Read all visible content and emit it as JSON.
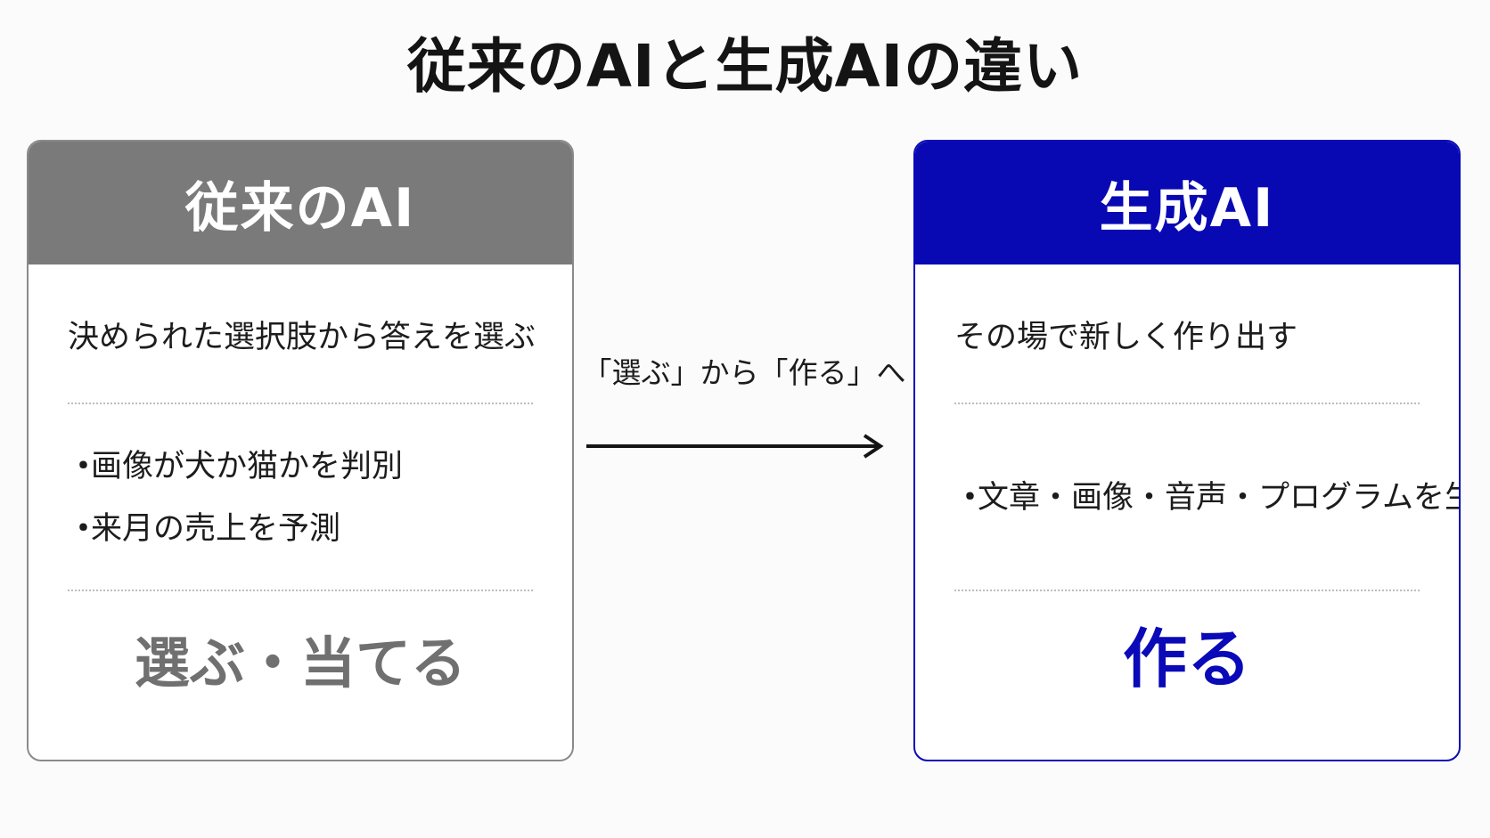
{
  "title": "従来のAIと生成AIの違い",
  "transition": {
    "label": "「選ぶ」から「作る」へ"
  },
  "left_card": {
    "header": "従来のAI",
    "description": "決められた選択肢から答えを選ぶ",
    "examples": [
      "画像が犬か猫かを判別",
      "来月の売上を予測"
    ],
    "conclusion": "選ぶ・当てる",
    "color": "#7a7a7a"
  },
  "right_card": {
    "header": "生成AI",
    "description": "その場で新しく作り出す",
    "examples": [
      "文章・画像・音声・プログラムを生成"
    ],
    "conclusion": "作る",
    "color": "#0909b4"
  },
  "bullet_glyph": "・",
  "colors": {
    "background": "#fbfbfb",
    "left_accent": "#7a7a7a",
    "right_accent": "#0909b4",
    "text": "#1c1c1c"
  }
}
